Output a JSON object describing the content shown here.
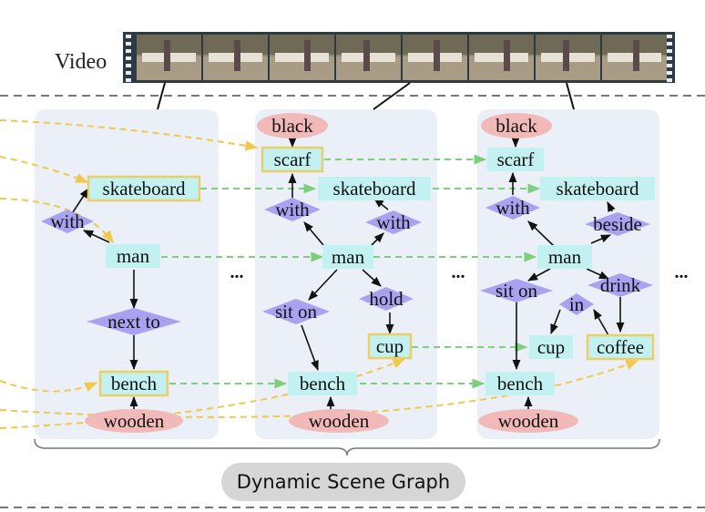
{
  "video": {
    "label": "Video",
    "frame_count": 8
  },
  "ellipsis": "...",
  "bottom_label": "Dynamic Scene Graph",
  "colors": {
    "panel": "#eaeff8",
    "object_fill": "#c3f0f0",
    "new_object_border": "#e8cf66",
    "relation": "#a9a2f0",
    "attribute": "#f2b9b9",
    "temporal_green": "#7dcf7d",
    "longrange_yellow": "#f0c84c",
    "separator": "#777777"
  },
  "panels": [
    {
      "nodes": {
        "skateboard": "skateboard",
        "with": "with",
        "man": "man",
        "next_to": "next to",
        "bench": "bench",
        "wooden": "wooden"
      }
    },
    {
      "nodes": {
        "black": "black",
        "scarf": "scarf",
        "skateboard": "skateboard",
        "with_left": "with",
        "with_right": "with",
        "man": "man",
        "sit_on": "sit on",
        "hold": "hold",
        "cup": "cup",
        "bench": "bench",
        "wooden": "wooden"
      }
    },
    {
      "nodes": {
        "black": "black",
        "scarf": "scarf",
        "with": "with",
        "skateboard": "skateboard",
        "beside": "beside",
        "man": "man",
        "sit_on": "sit on",
        "drink": "drink",
        "in": "in",
        "cup": "cup",
        "coffee": "coffee",
        "bench": "bench",
        "wooden": "wooden"
      }
    }
  ]
}
